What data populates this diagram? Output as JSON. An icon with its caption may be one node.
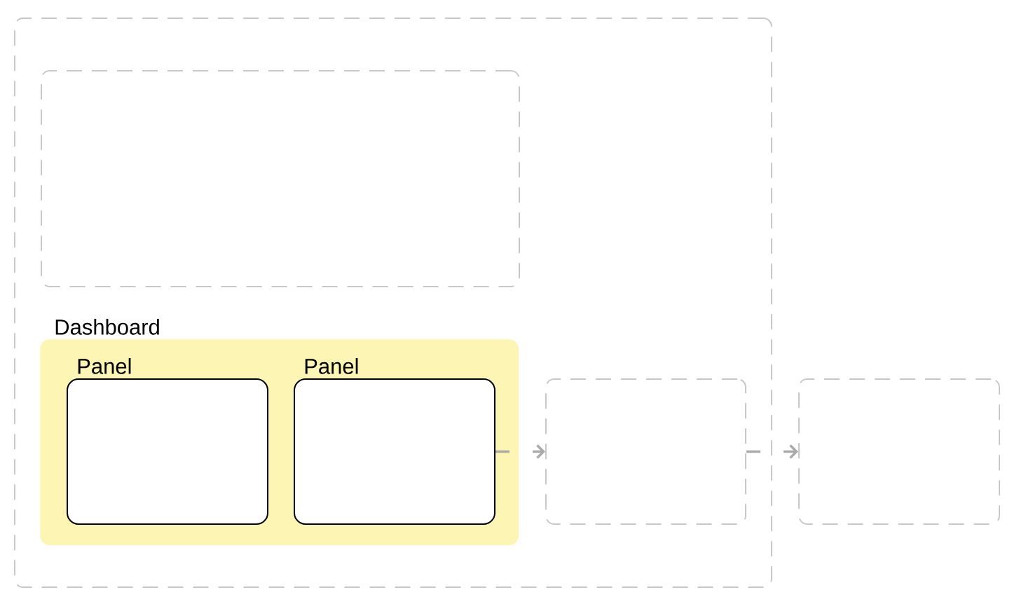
{
  "diagram": {
    "nodes": [
      {
        "text": [],
        "shape": "box"
      },
      {
        "text": [],
        "shape": "box",
        "in": 0
      },
      {
        "text": [
          "Dashboard"
        ],
        "in": 0
      },
      {
        "text": [
          "Panel"
        ],
        "in": 2
      },
      {
        "text": [
          "Panel"
        ],
        "in": 2
      },
      {
        "text": [],
        "shape": "box",
        "in": 0
      },
      {
        "text": [],
        "shape": "box"
      }
    ],
    "edges": [
      {
        "from": 4,
        "to": 5,
        "arrow": "to",
        "style": "dashed"
      },
      {
        "from": 5,
        "to": 6,
        "arrow": "to",
        "style": "dashed"
      }
    ]
  }
}
